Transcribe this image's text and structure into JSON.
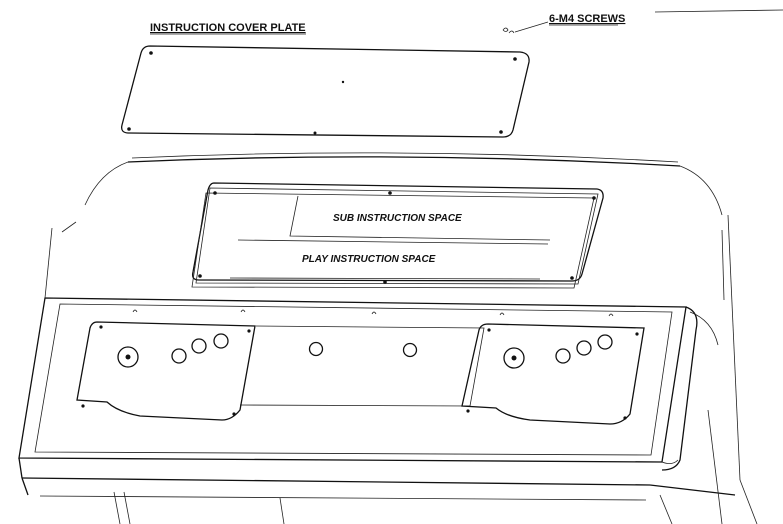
{
  "labels": {
    "instruction_cover_plate": "INSTRUCTION COVER PLATE",
    "screws": "6-M4 SCREWS",
    "sub_instruction_space": "SUB INSTRUCTION SPACE",
    "play_instruction_space": "PLAY INSTRUCTION SPACE"
  },
  "colors": {
    "line": "#111111",
    "background": "#ffffff"
  }
}
